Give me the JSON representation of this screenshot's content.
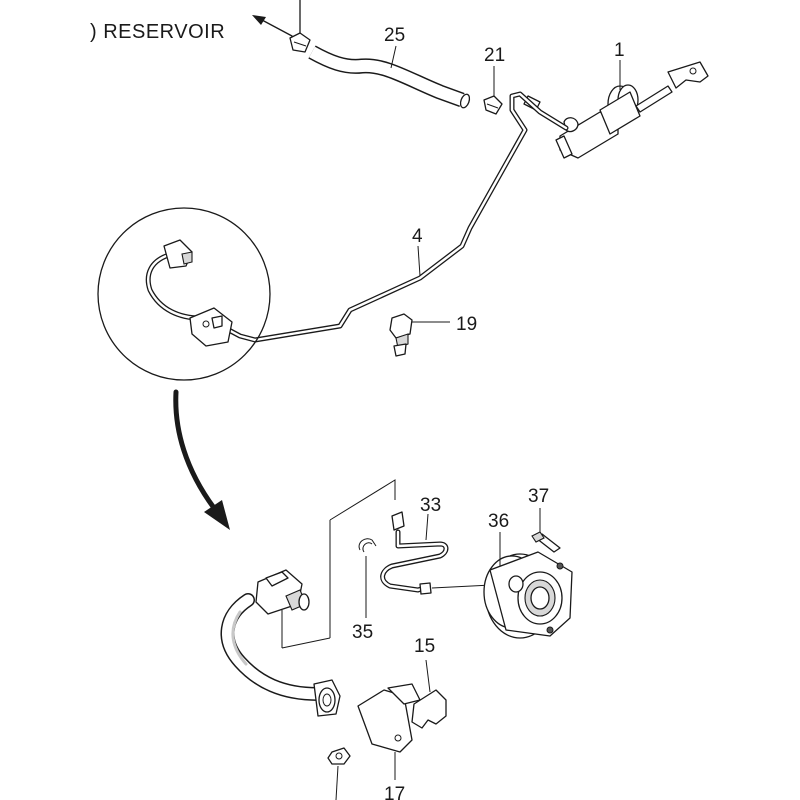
{
  "title_text": ") RESERVOIR",
  "callouts": [
    {
      "id": "25",
      "name": "callout-25"
    },
    {
      "id": "21",
      "name": "callout-21"
    },
    {
      "id": "1",
      "name": "callout-1"
    },
    {
      "id": "4",
      "name": "callout-4"
    },
    {
      "id": "19",
      "name": "callout-19"
    },
    {
      "id": "33",
      "name": "callout-33"
    },
    {
      "id": "37",
      "name": "callout-37"
    },
    {
      "id": "36",
      "name": "callout-36"
    },
    {
      "id": "35",
      "name": "callout-35"
    },
    {
      "id": "15",
      "name": "callout-15"
    },
    {
      "id": "17",
      "name": "callout-17"
    }
  ]
}
